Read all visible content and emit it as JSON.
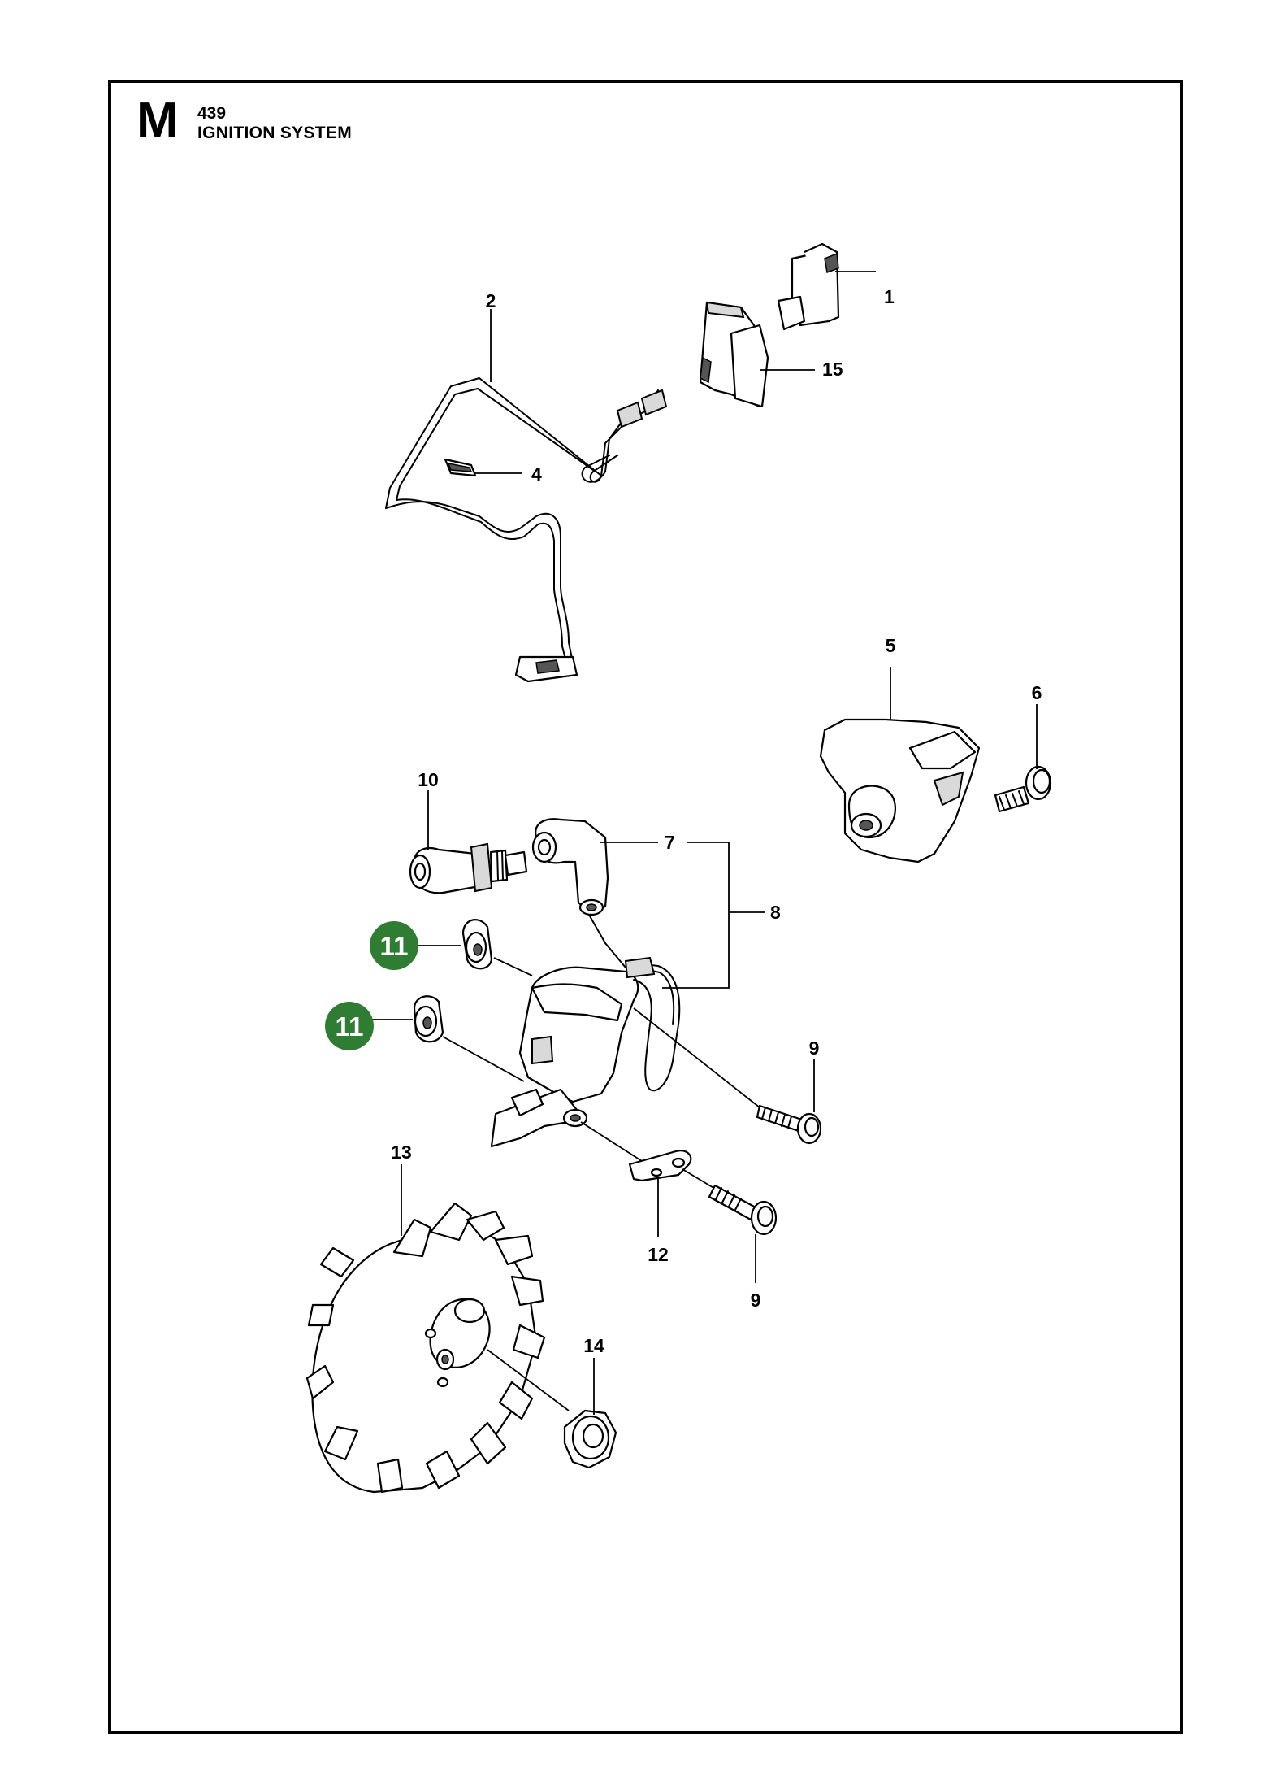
{
  "header": {
    "section_letter": "M",
    "page_number": "439",
    "title": "IGNITION SYSTEM"
  },
  "colors": {
    "highlight": "#2e7d32",
    "line": "#000000"
  },
  "callouts": {
    "p1": "1",
    "p2": "2",
    "p4": "4",
    "p5": "5",
    "p6": "6",
    "p7": "7",
    "p8": "8",
    "p9a": "9",
    "p9b": "9",
    "p10": "10",
    "p11a": "11",
    "p11b": "11",
    "p12": "12",
    "p13": "13",
    "p14": "14",
    "p15": "15"
  }
}
